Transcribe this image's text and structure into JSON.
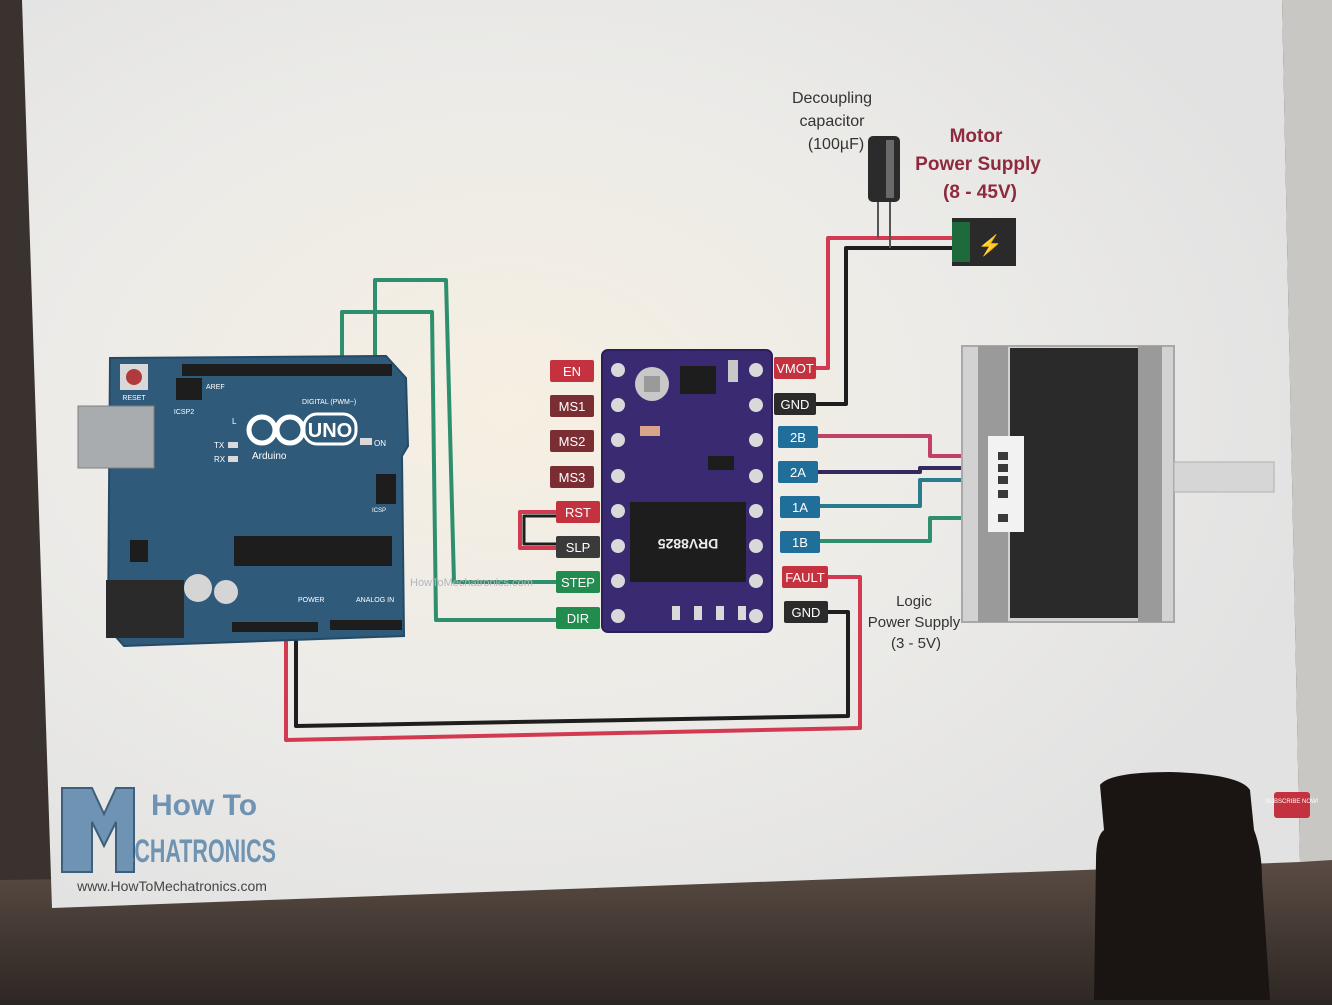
{
  "capacitor": {
    "line1": "Decoupling",
    "line2": "capacitor",
    "line3": "(100µF)"
  },
  "motor_supply": {
    "line1": "Motor",
    "line2": "Power Supply",
    "line3": "(8 - 45V)"
  },
  "logic_supply": {
    "line1": "Logic",
    "line2": "Power Supply",
    "line3": "(3 - 5V)"
  },
  "driver": {
    "chip_label": "DRV8825",
    "left_pins": [
      "EN",
      "MS1",
      "MS2",
      "MS3",
      "RST",
      "SLP",
      "STEP",
      "DIR"
    ],
    "right_pins": [
      "VMOT",
      "GND",
      "2B",
      "2A",
      "1A",
      "1B",
      "FAULT",
      "GND"
    ]
  },
  "arduino": {
    "logo": "UNO",
    "brand": "Arduino",
    "reset": "RESET",
    "icsp2": "ICSP2",
    "aref": "AREF",
    "led_l": "L",
    "tx": "TX",
    "rx": "RX",
    "on": "ON",
    "digital": "DIGITAL (PWM~)",
    "power": "POWER",
    "analog": "ANALOG IN",
    "icsp": "ICSP"
  },
  "watermark": "HowToMechatronics.com",
  "brand": {
    "line1": "How To",
    "line2": "ECHATRONICS",
    "url": "www.HowToMechatronics.com"
  },
  "subscribe": "SUBSCRIBE NOW!",
  "colors": {
    "screen_bg": "#efedea",
    "wire_red": "#d23a52",
    "wire_black": "#1e1e1e",
    "wire_green": "#2e8f6e",
    "wire_teal": "#2a7c8a",
    "wire_purple": "#33295e",
    "pin_red": "#c5323f",
    "pin_maroon": "#7a2e34",
    "pin_dark": "#2b2b2b",
    "pin_green": "#228b4e",
    "pin_blue": "#1f6f9a",
    "board_blue": "#2f5a7a",
    "driver_purple": "#3a2a72"
  }
}
